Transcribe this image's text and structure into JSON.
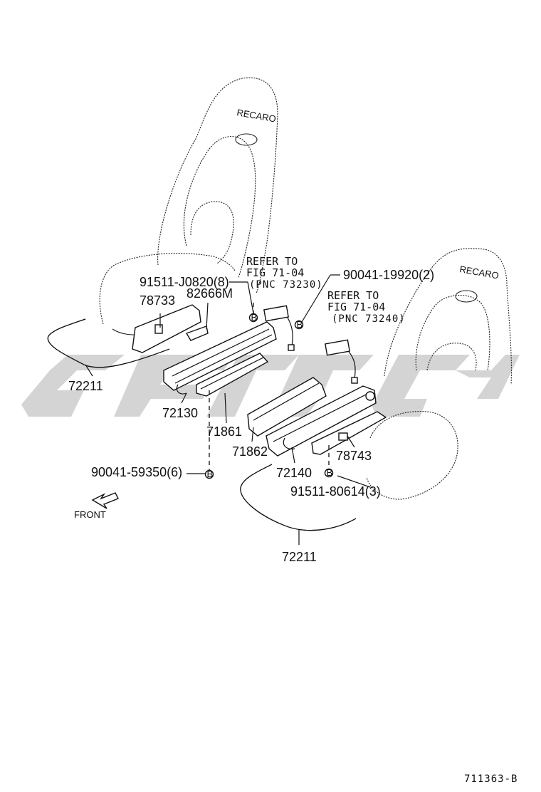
{
  "labels": {
    "bolt_front_upper": "91511-J0820(8)",
    "part_78733": "78733",
    "part_82666M": "82666M",
    "screw_90041_19920": "90041-19920(2)",
    "part_72211_left": "72211",
    "part_72130": "72130",
    "part_71861": "71861",
    "part_71862": "71862",
    "part_72140": "72140",
    "part_78743": "78743",
    "screw_90041_59350": "90041-59350(6)",
    "bolt_91511_80614": "91511-80614(3)",
    "part_72211_right": "72211",
    "front": "FRONT",
    "figure_id": "711363-B"
  },
  "refers": {
    "left": {
      "line1": "REFER TO",
      "line2": "FIG 71-04",
      "line3": "(PNC 73230)"
    },
    "right": {
      "line1": "REFER TO",
      "line2": "FIG 71-04",
      "line3": "(PNC 73240)"
    }
  },
  "seat_brand": "RECARO",
  "fastener_symbol": "B",
  "colors": {
    "line": "#111111",
    "watermark": "#d4d4d4",
    "background": "#ffffff"
  }
}
